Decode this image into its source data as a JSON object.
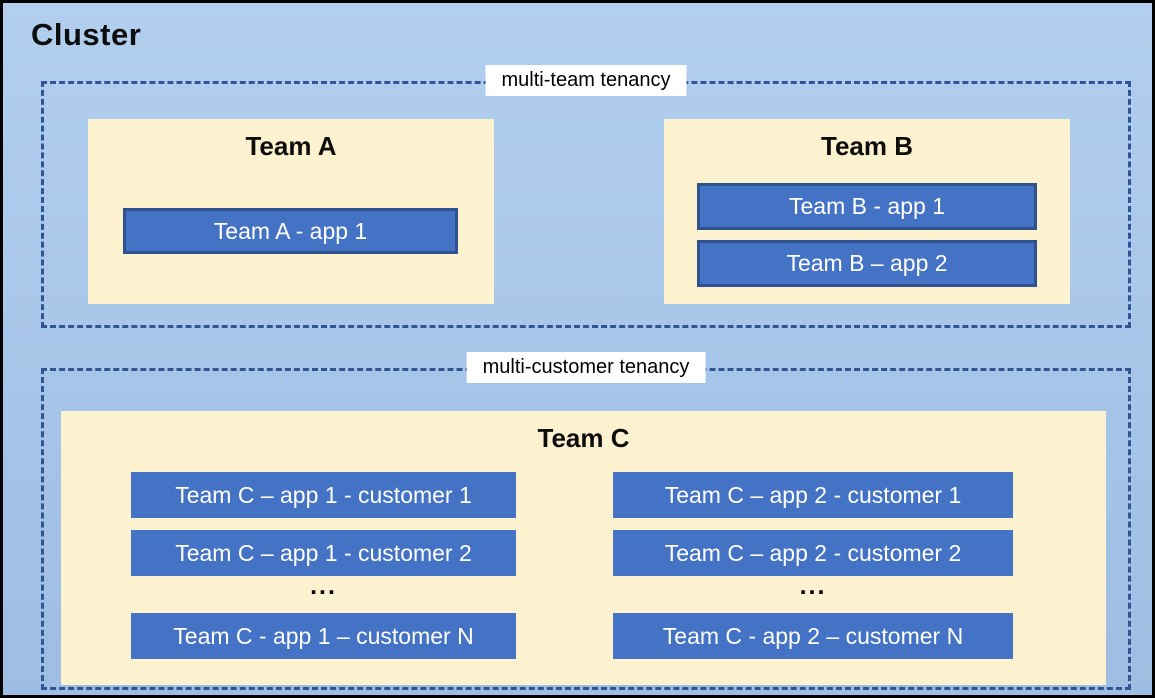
{
  "cluster_title": "Cluster",
  "sections": [
    {
      "label": "multi-team tenancy",
      "teams": [
        {
          "name": "Team A",
          "apps": [
            "Team A - app 1"
          ]
        },
        {
          "name": "Team B",
          "apps": [
            "Team B - app 1",
            "Team B – app 2"
          ]
        }
      ]
    },
    {
      "label": "multi-customer tenancy",
      "team": {
        "name": "Team C",
        "columns": [
          {
            "rows": [
              "Team C – app 1 - customer 1",
              "Team C – app 1 - customer 2"
            ],
            "ellipsis": "...",
            "last_row": "Team C - app 1 – customer N"
          },
          {
            "rows": [
              "Team C – app 2 - customer 1",
              "Team C – app 2 - customer 2"
            ],
            "ellipsis": "...",
            "last_row": "Team C - app 2 – customer N"
          }
        ]
      }
    }
  ],
  "colors": {
    "canvas_bg_top": "#b2cfee",
    "canvas_bg_bottom": "#9dbde2",
    "panel_bg": "#fdf2d0",
    "app_fill": "#4472c4",
    "app_border": "#2f528f",
    "dashed_border": "#2f5597",
    "label_bg": "#ffffff",
    "title_color": "#0d0d0d",
    "app_text": "#ffffff"
  }
}
